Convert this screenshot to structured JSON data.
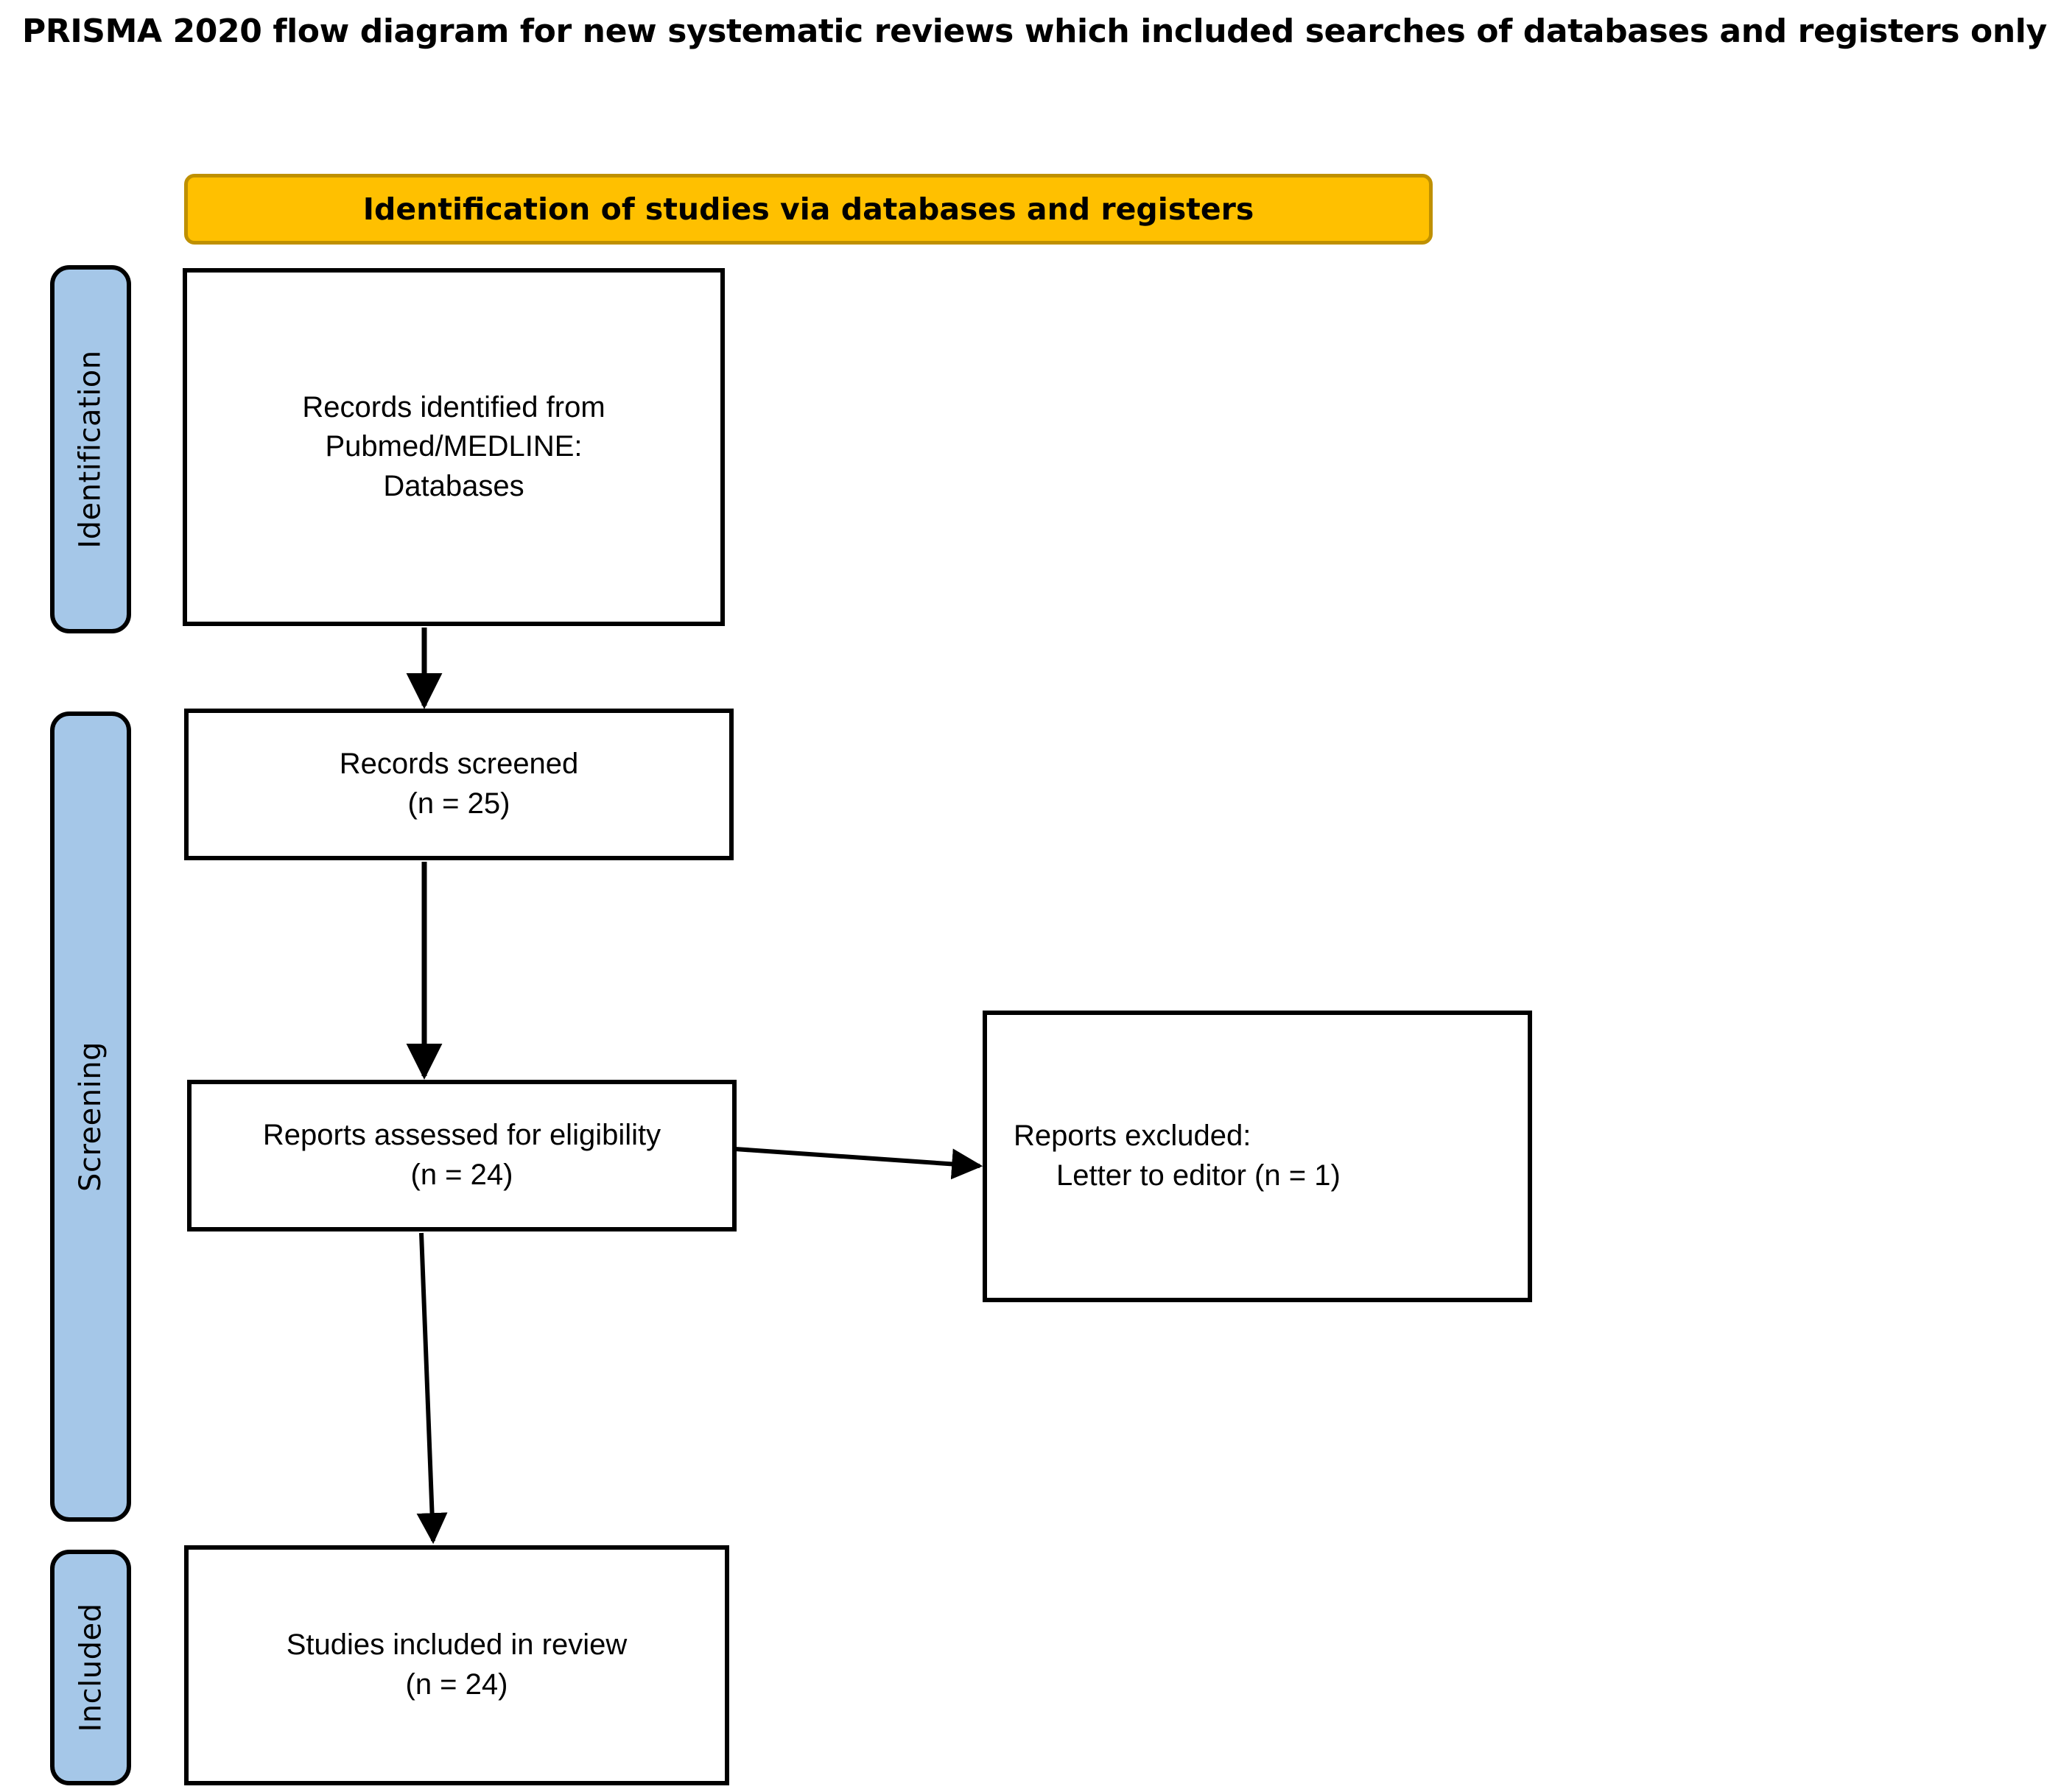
{
  "title": "PRISMA 2020 flow diagram for new systematic reviews which included searches of databases and registers only",
  "stage_header": {
    "label": "Identification of studies via databases and registers",
    "fill_color": "#FFC000",
    "border_color": "#BF9000"
  },
  "side_labels": [
    {
      "id": "identification",
      "label": "Identification",
      "fill_color": "#A5C7E8"
    },
    {
      "id": "screening",
      "label": "Screening",
      "fill_color": "#A5C7E8"
    },
    {
      "id": "included",
      "label": "Included",
      "fill_color": "#A5C7E8"
    }
  ],
  "boxes": {
    "identified": {
      "line1": "Records identified from",
      "line2": "Pubmed/MEDLINE:",
      "line3": "Databases"
    },
    "screened": {
      "line1": "Records screened",
      "line2": "(n = 25)"
    },
    "eligibility": {
      "line1": "Reports assessed for eligibility",
      "line2": "(n = 24)"
    },
    "excluded": {
      "line1": "Reports excluded:",
      "line2": "Letter to editor (n = 1)"
    },
    "included": {
      "line1": "Studies included in review",
      "line2": "(n = 24)"
    }
  },
  "chart_data": {
    "type": "diagram",
    "diagram_kind": "PRISMA 2020 flow diagram",
    "title": "PRISMA 2020 flow diagram for new systematic reviews which included searches of databases and registers only",
    "phases": [
      {
        "phase": "Identification",
        "nodes": [
          {
            "label": "Records identified from Pubmed/MEDLINE: Databases",
            "n": null
          }
        ]
      },
      {
        "phase": "Screening",
        "nodes": [
          {
            "label": "Records screened",
            "n": 25
          },
          {
            "label": "Reports assessed for eligibility",
            "n": 24
          },
          {
            "label": "Reports excluded: Letter to editor",
            "n": 1
          }
        ]
      },
      {
        "phase": "Included",
        "nodes": [
          {
            "label": "Studies included in review",
            "n": 24
          }
        ]
      }
    ],
    "edges": [
      {
        "from": "Records identified from Pubmed/MEDLINE: Databases",
        "to": "Records screened"
      },
      {
        "from": "Records screened",
        "to": "Reports assessed for eligibility"
      },
      {
        "from": "Reports assessed for eligibility",
        "to": "Reports excluded: Letter to editor"
      },
      {
        "from": "Reports assessed for eligibility",
        "to": "Studies included in review"
      }
    ]
  }
}
